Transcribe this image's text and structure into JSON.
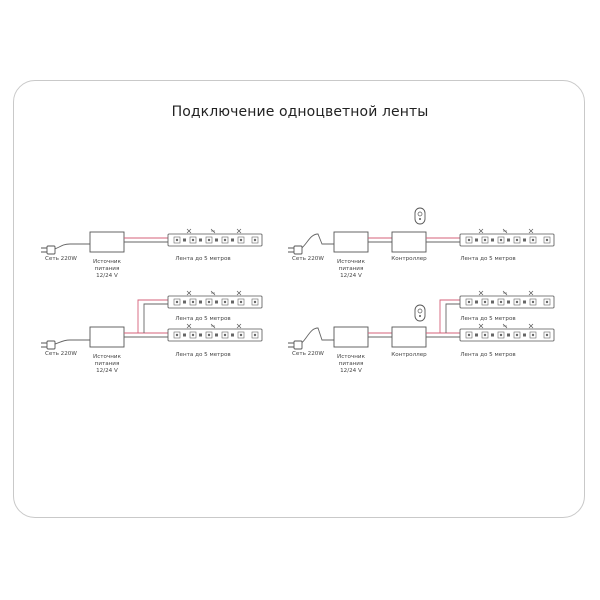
{
  "title": "Подключение одноцветной ленты",
  "labels": {
    "mains": "Сеть 220W",
    "psu_line1": "Источник",
    "psu_line2": "питания",
    "psu_line3": "12/24 V",
    "controller": "Контроллер",
    "strip": "Лента до 5 метров"
  },
  "colors": {
    "wire_red": "#d4607a",
    "wire_dark": "#666666",
    "outline": "#555555",
    "frame": "#c9c9c9"
  }
}
